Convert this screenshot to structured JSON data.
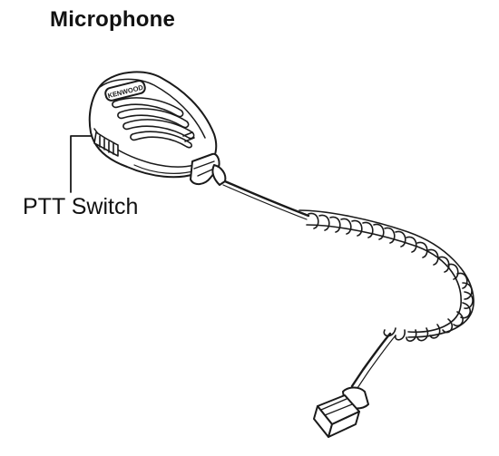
{
  "heading": "Microphone",
  "callout": {
    "label": "PTT Switch"
  },
  "brand_marking": "KENWOOD",
  "colors": {
    "line": "#1a1a1a",
    "fill": "#ffffff"
  }
}
